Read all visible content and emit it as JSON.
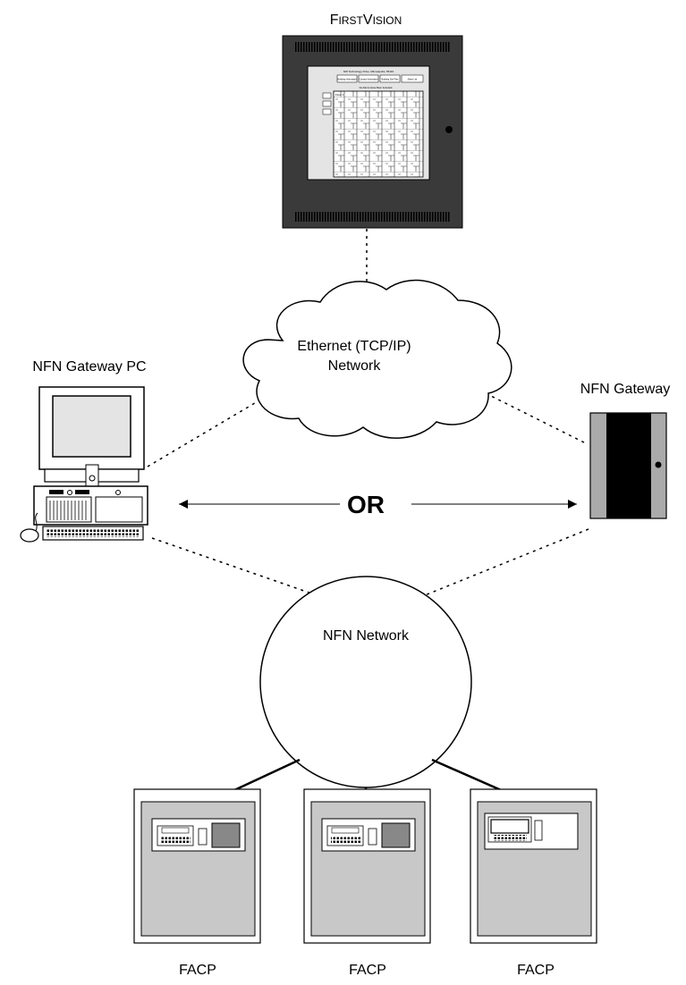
{
  "labels": {
    "firstvision_first": "F",
    "firstvision_irst": "IRST",
    "firstvision_v": "V",
    "firstvision_ision": "ISION",
    "gateway_pc": "NFN Gateway PC",
    "gateway": "NFN Gateway",
    "ethernet_line1": "Ethernet (TCP/IP)",
    "ethernet_line2": "Network",
    "or": "OR",
    "nfn_network": "NFN Network",
    "facp": [
      "FACP",
      "FACP",
      "FACP"
    ]
  },
  "screen": {
    "title": "NW Technology Drive, Minneapolis, 55116",
    "buttons": [
      "Building Information",
      "Contact Information",
      "Building Site Plan",
      "Alarm List"
    ],
    "status": "No Alarms Have Been Activated",
    "floor": "Floor 1"
  },
  "colors": {
    "panel_dark": "#3a3a3a",
    "panel_gray": "#c8c8c8",
    "screen_light": "#e4e4e4",
    "black": "#000000"
  }
}
